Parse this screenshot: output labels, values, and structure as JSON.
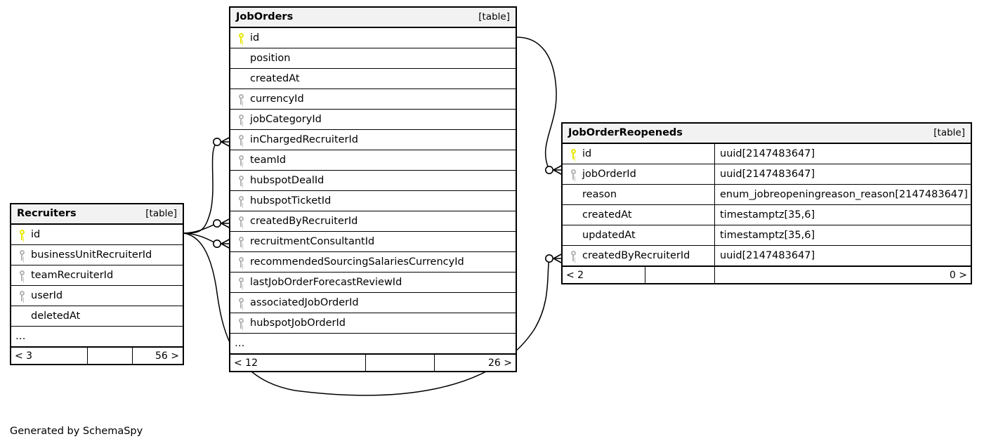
{
  "diagram": {
    "generator_credit": "Generated by SchemaSpy",
    "table_tag": "[table]",
    "ellipsis": "…",
    "colors": {
      "primary_key": "#e8e800",
      "foreign_key": "#b3b3b3",
      "header_background": "#f2f2f2",
      "border": "#000000",
      "background": "#ffffff"
    }
  },
  "tables": [
    {
      "id": "recruiters",
      "name": "Recruiters",
      "tag": "[table]",
      "columns": [
        {
          "name": "id",
          "key": "pk",
          "type": ""
        },
        {
          "name": "businessUnitRecruiterId",
          "key": "fk",
          "type": ""
        },
        {
          "name": "teamRecruiterId",
          "key": "fk",
          "type": ""
        },
        {
          "name": "userId",
          "key": "fk",
          "type": ""
        },
        {
          "name": "deletedAt",
          "key": "none",
          "type": ""
        }
      ],
      "has_ellipsis": true,
      "footer": {
        "left": "< 3",
        "middle": "",
        "right": "56 >"
      }
    },
    {
      "id": "joborders",
      "name": "JobOrders",
      "tag": "[table]",
      "columns": [
        {
          "name": "id",
          "key": "pk",
          "type": ""
        },
        {
          "name": "position",
          "key": "none",
          "type": ""
        },
        {
          "name": "createdAt",
          "key": "none",
          "type": ""
        },
        {
          "name": "currencyId",
          "key": "fk",
          "type": ""
        },
        {
          "name": "jobCategoryId",
          "key": "fk",
          "type": ""
        },
        {
          "name": "inChargedRecruiterId",
          "key": "fk",
          "type": ""
        },
        {
          "name": "teamId",
          "key": "fk",
          "type": ""
        },
        {
          "name": "hubspotDealId",
          "key": "fk",
          "type": ""
        },
        {
          "name": "hubspotTicketId",
          "key": "fk",
          "type": ""
        },
        {
          "name": "createdByRecruiterId",
          "key": "fk",
          "type": ""
        },
        {
          "name": "recruitmentConsultantId",
          "key": "fk",
          "type": ""
        },
        {
          "name": "recommendedSourcingSalariesCurrencyId",
          "key": "fk",
          "type": ""
        },
        {
          "name": "lastJobOrderForecastReviewId",
          "key": "fk",
          "type": ""
        },
        {
          "name": "associatedJobOrderId",
          "key": "fk",
          "type": ""
        },
        {
          "name": "hubspotJobOrderId",
          "key": "fk",
          "type": ""
        }
      ],
      "has_ellipsis": true,
      "footer": {
        "left": "< 12",
        "middle": "",
        "right": "26 >"
      }
    },
    {
      "id": "joborderreopeneds",
      "name": "JobOrderReopeneds",
      "tag": "[table]",
      "columns": [
        {
          "name": "id",
          "key": "pk",
          "type": "uuid[2147483647]"
        },
        {
          "name": "jobOrderId",
          "key": "fk",
          "type": "uuid[2147483647]"
        },
        {
          "name": "reason",
          "key": "none",
          "type": "enum_jobreopeningreason_reason[2147483647]"
        },
        {
          "name": "createdAt",
          "key": "none",
          "type": "timestamptz[35,6]"
        },
        {
          "name": "updatedAt",
          "key": "none",
          "type": "timestamptz[35,6]"
        },
        {
          "name": "createdByRecruiterId",
          "key": "fk",
          "type": "uuid[2147483647]"
        }
      ],
      "has_ellipsis": false,
      "footer": {
        "left": "< 2",
        "middle": "",
        "right": "0 >"
      }
    }
  ],
  "relationships": [
    {
      "from_table": "Recruiters",
      "from_column": "id",
      "to_table": "JobOrders",
      "to_column": "inChargedRecruiterId"
    },
    {
      "from_table": "Recruiters",
      "from_column": "id",
      "to_table": "JobOrders",
      "to_column": "createdByRecruiterId"
    },
    {
      "from_table": "Recruiters",
      "from_column": "id",
      "to_table": "JobOrders",
      "to_column": "recruitmentConsultantId"
    },
    {
      "from_table": "Recruiters",
      "from_column": "id",
      "to_table": "JobOrderReopeneds",
      "to_column": "createdByRecruiterId"
    },
    {
      "from_table": "JobOrders",
      "from_column": "id",
      "to_table": "JobOrderReopeneds",
      "to_column": "jobOrderId"
    }
  ]
}
